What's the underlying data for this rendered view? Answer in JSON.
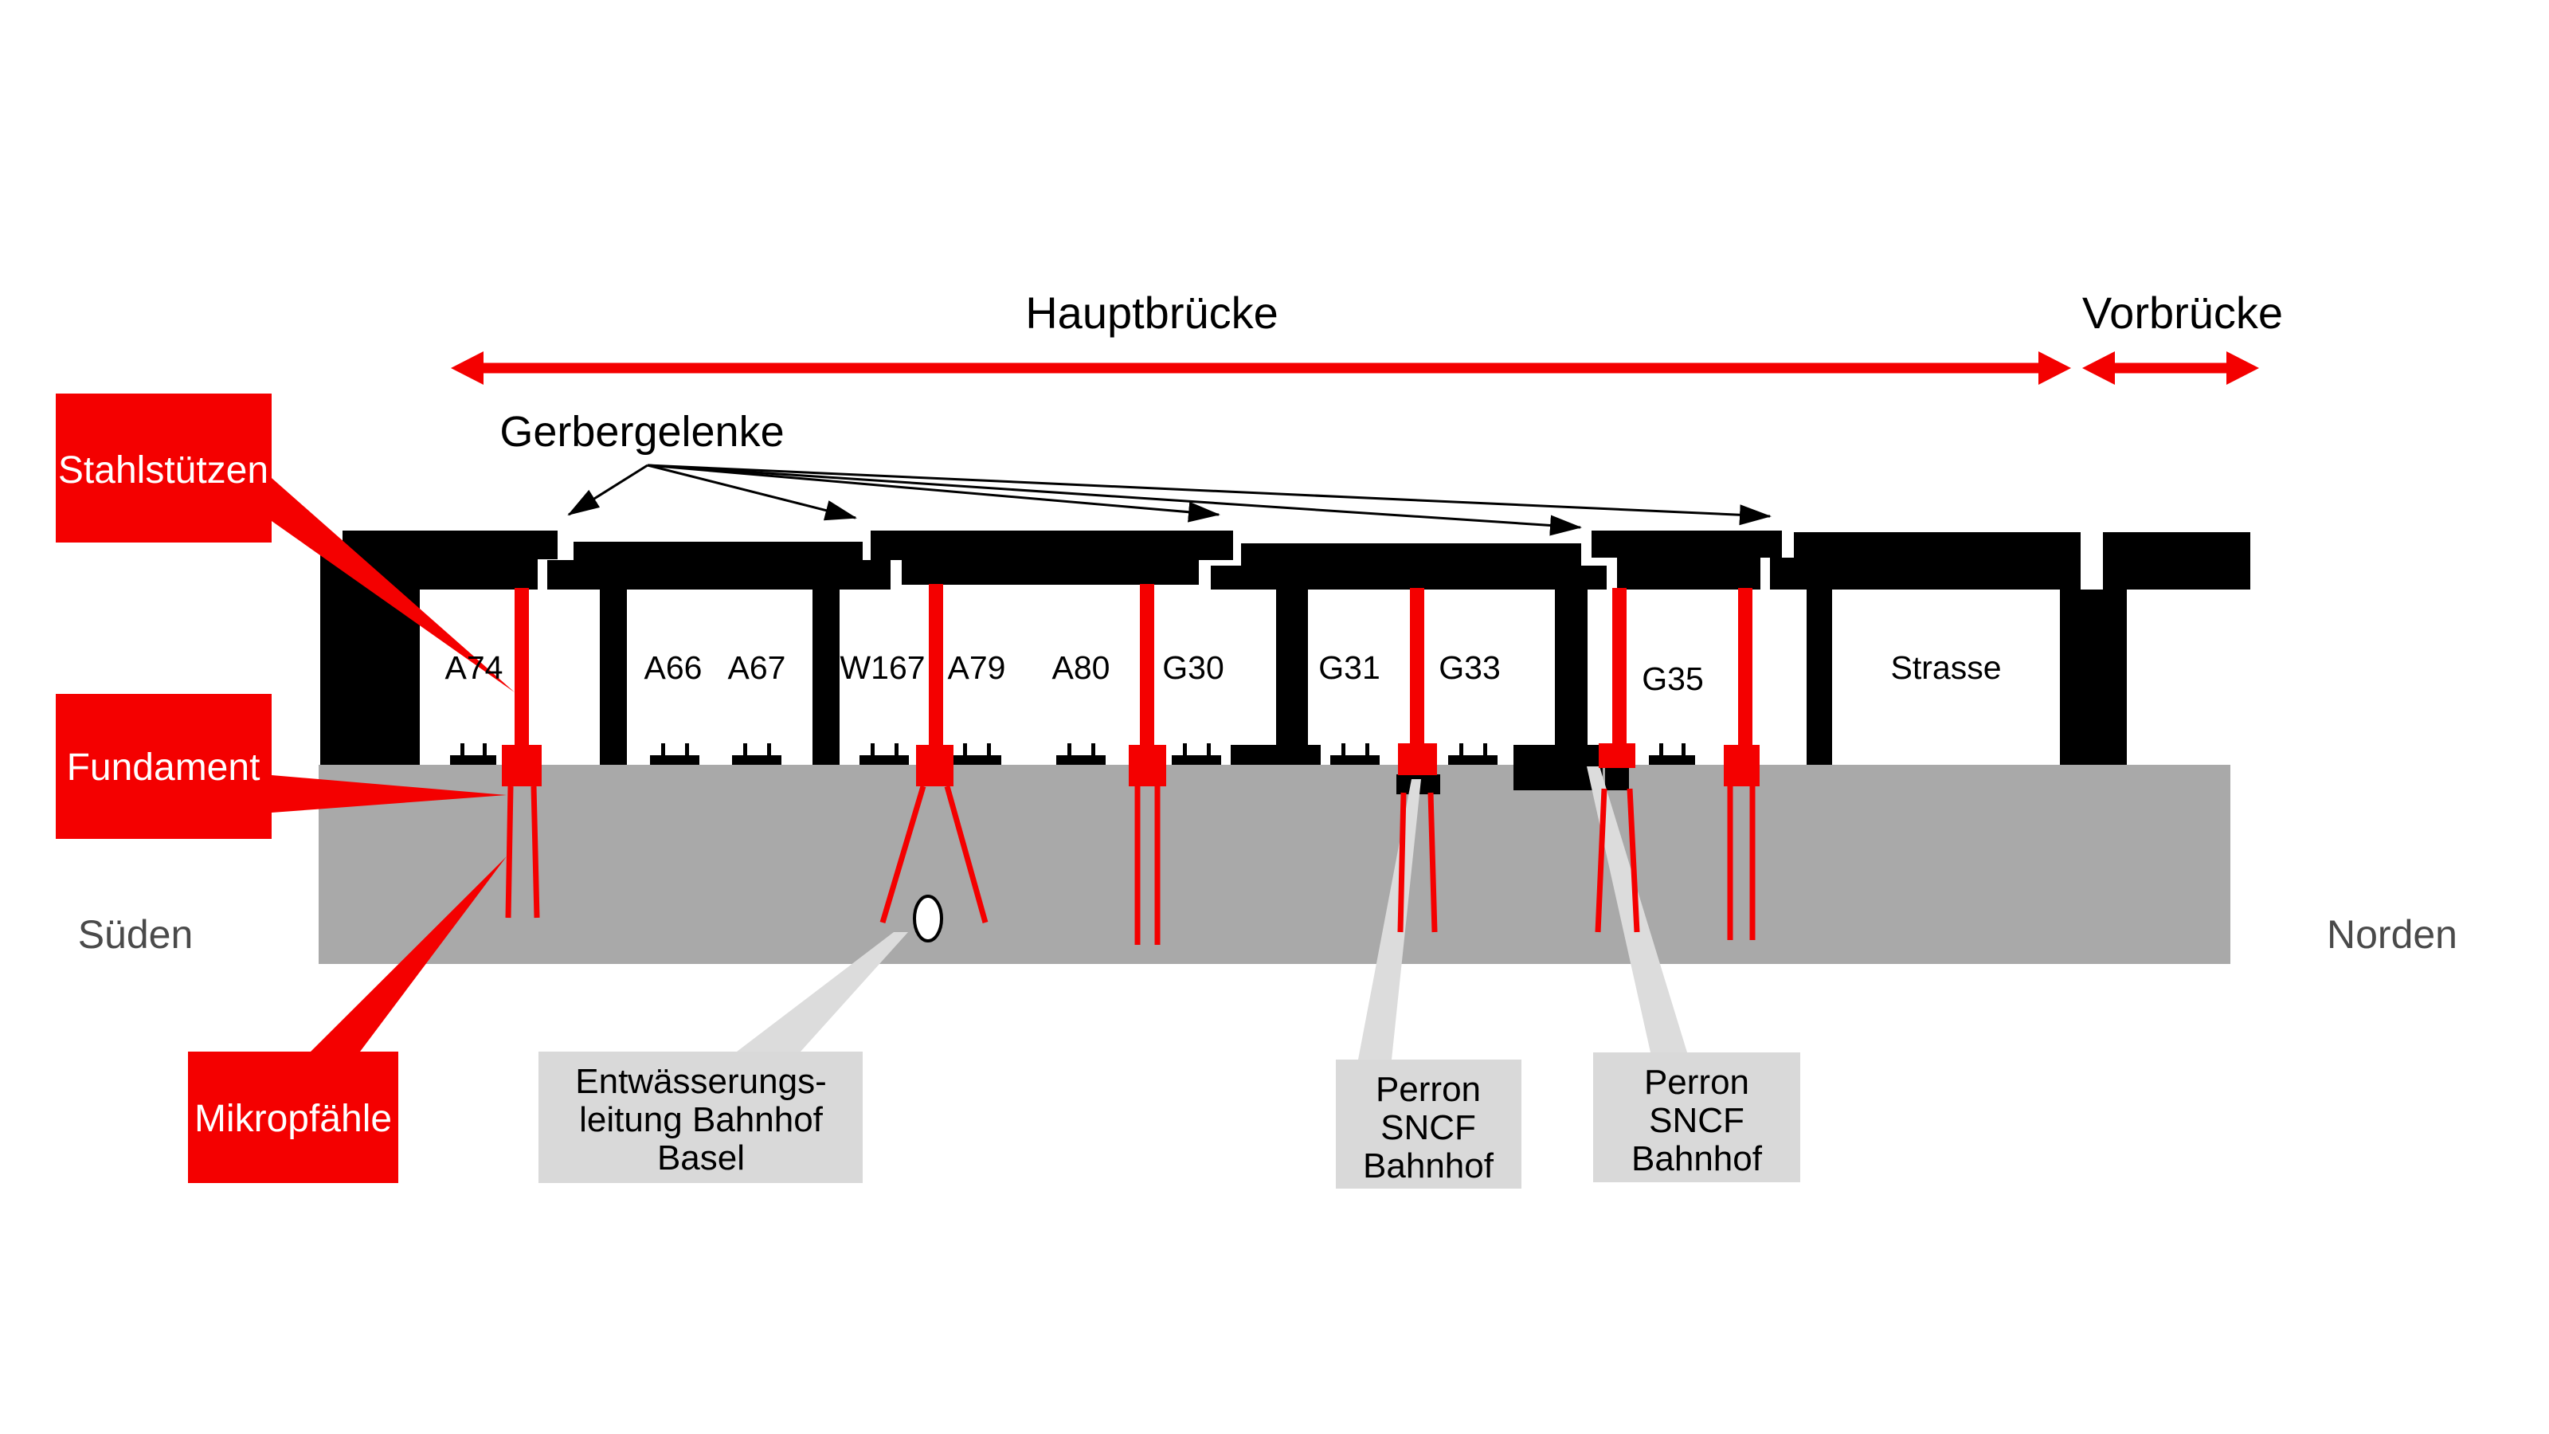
{
  "colors": {
    "red": "#f40000",
    "ground": "#a9a9a9",
    "box-gray": "#d9d9d9",
    "funnel-gray": "#dcdcdc",
    "compass": "#4a4a4a",
    "ink": "#000000",
    "paper": "#ffffff"
  },
  "header": {
    "main_bridge": "Hauptbrücke",
    "fore_bridge": "Vorbrücke"
  },
  "callouts": {
    "gerber": "Gerbergelenke",
    "steel_columns": "Stahlstützen",
    "foundation": "Fundament",
    "micropiles": "Mikropfähle",
    "drainage": {
      "lines": [
        "Entwässerungs-",
        "leitung Bahnhof",
        "Basel"
      ]
    },
    "perron_a": {
      "lines": [
        "Perron",
        "SNCF",
        "Bahnhof"
      ]
    },
    "perron_b": {
      "lines": [
        "Perron",
        "SNCF",
        "Bahnhof"
      ]
    }
  },
  "compass": {
    "south": "Süden",
    "north": "Norden"
  },
  "pier_labels": [
    "A74",
    "A66",
    "A67",
    "W167",
    "A79",
    "A80",
    "G30",
    "G31",
    "G33",
    "G35",
    "Strasse"
  ]
}
